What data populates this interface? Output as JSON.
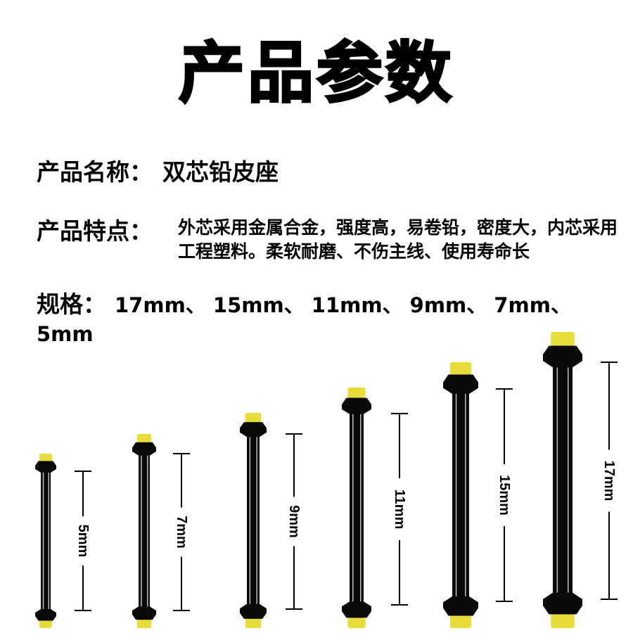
{
  "title": "产品参数",
  "name": {
    "label": "产品名称：",
    "value": "双芯铅皮座"
  },
  "features": {
    "label": "产品特点：",
    "text": "外芯采用金属合金，强度高，易卷铅，密度大，内芯采用工程塑料。柔软耐磨、不伤主线、使用寿命长"
  },
  "spec": {
    "label": "规格：",
    "value": "17mm、 15mm、 11mm、 9mm、 7mm、 5mm"
  },
  "products": [
    {
      "size_label": "5mm",
      "length_mm": 5
    },
    {
      "size_label": "7mm",
      "length_mm": 7
    },
    {
      "size_label": "9mm",
      "length_mm": 9
    },
    {
      "size_label": "11mm",
      "length_mm": 11
    },
    {
      "size_label": "15mm",
      "length_mm": 15
    },
    {
      "size_label": "17mm",
      "length_mm": 17
    }
  ],
  "colors": {
    "tube": "#0a0a0a",
    "tip": "#e8dc3a",
    "highlight": "#bdbdbd"
  }
}
